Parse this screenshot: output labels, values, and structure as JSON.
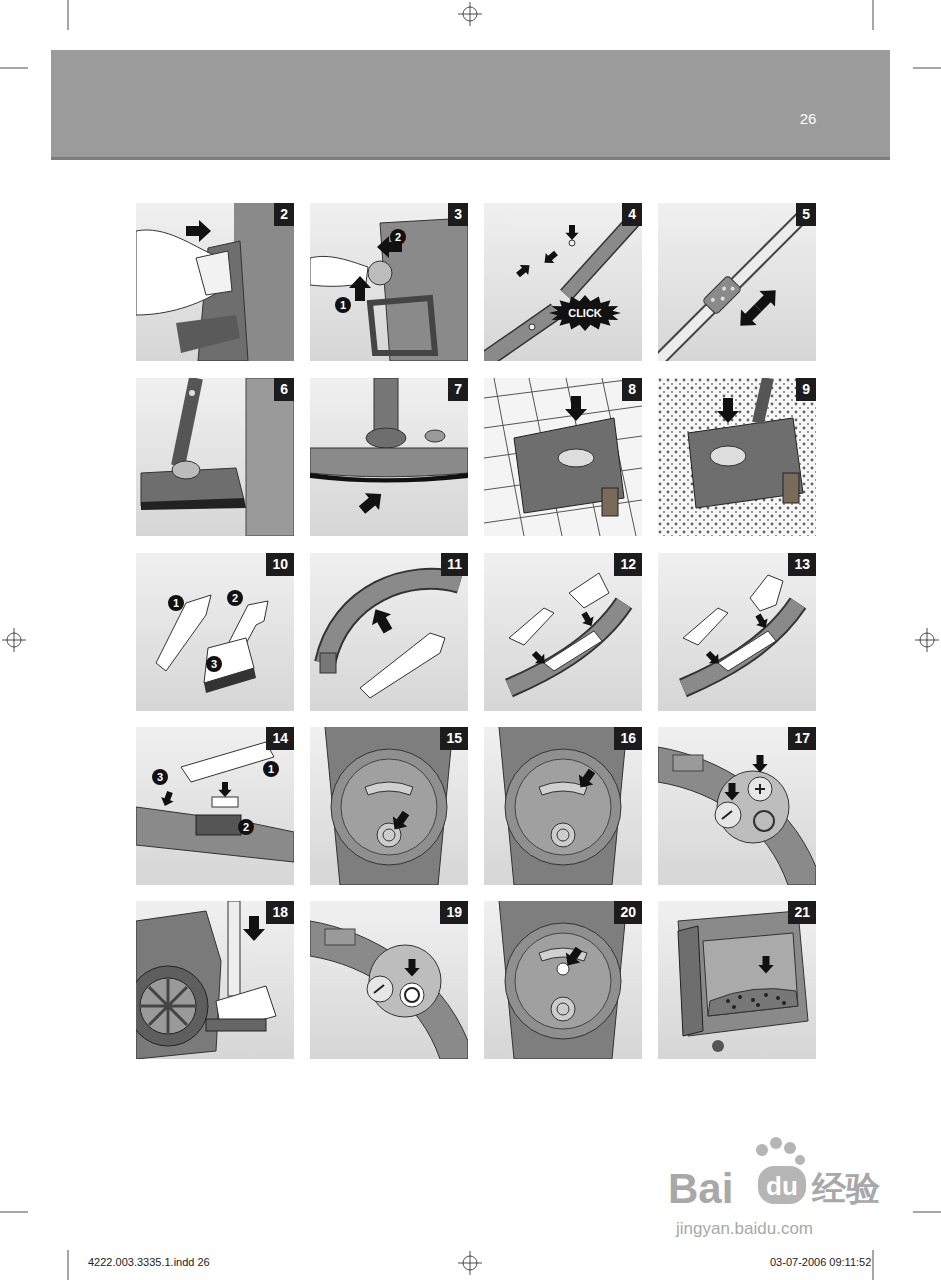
{
  "diagram": {
    "nodes": [
      {
        "text": [
          "2"
        ]
      },
      {
        "text": [
          "3"
        ]
      },
      {
        "text": [
          "4"
        ]
      },
      {
        "text": [
          "5"
        ]
      },
      {
        "text": [
          "6"
        ]
      },
      {
        "text": [
          "7"
        ]
      },
      {
        "text": [
          "8"
        ]
      },
      {
        "text": [
          "9"
        ]
      },
      {
        "text": [
          "10"
        ]
      },
      {
        "text": [
          "11"
        ]
      },
      {
        "text": [
          "12"
        ]
      },
      {
        "text": [
          "13"
        ]
      },
      {
        "text": [
          "14"
        ]
      },
      {
        "text": [
          "15"
        ]
      },
      {
        "text": [
          "16"
        ]
      },
      {
        "text": [
          "17"
        ]
      },
      {
        "text": [
          "18"
        ]
      },
      {
        "text": [
          "19"
        ]
      },
      {
        "text": [
          "20"
        ]
      },
      {
        "text": [
          "21"
        ]
      }
    ],
    "labels": [
      "26",
      "2",
      "1",
      "CLICK",
      "1",
      "2",
      "3",
      "1",
      "2",
      "3",
      "Bai",
      "du",
      "经验",
      "jingyan.baidu.com",
      "4222.003.3335.1.indd 26",
      "03-07-2006 09:11:52"
    ]
  }
}
